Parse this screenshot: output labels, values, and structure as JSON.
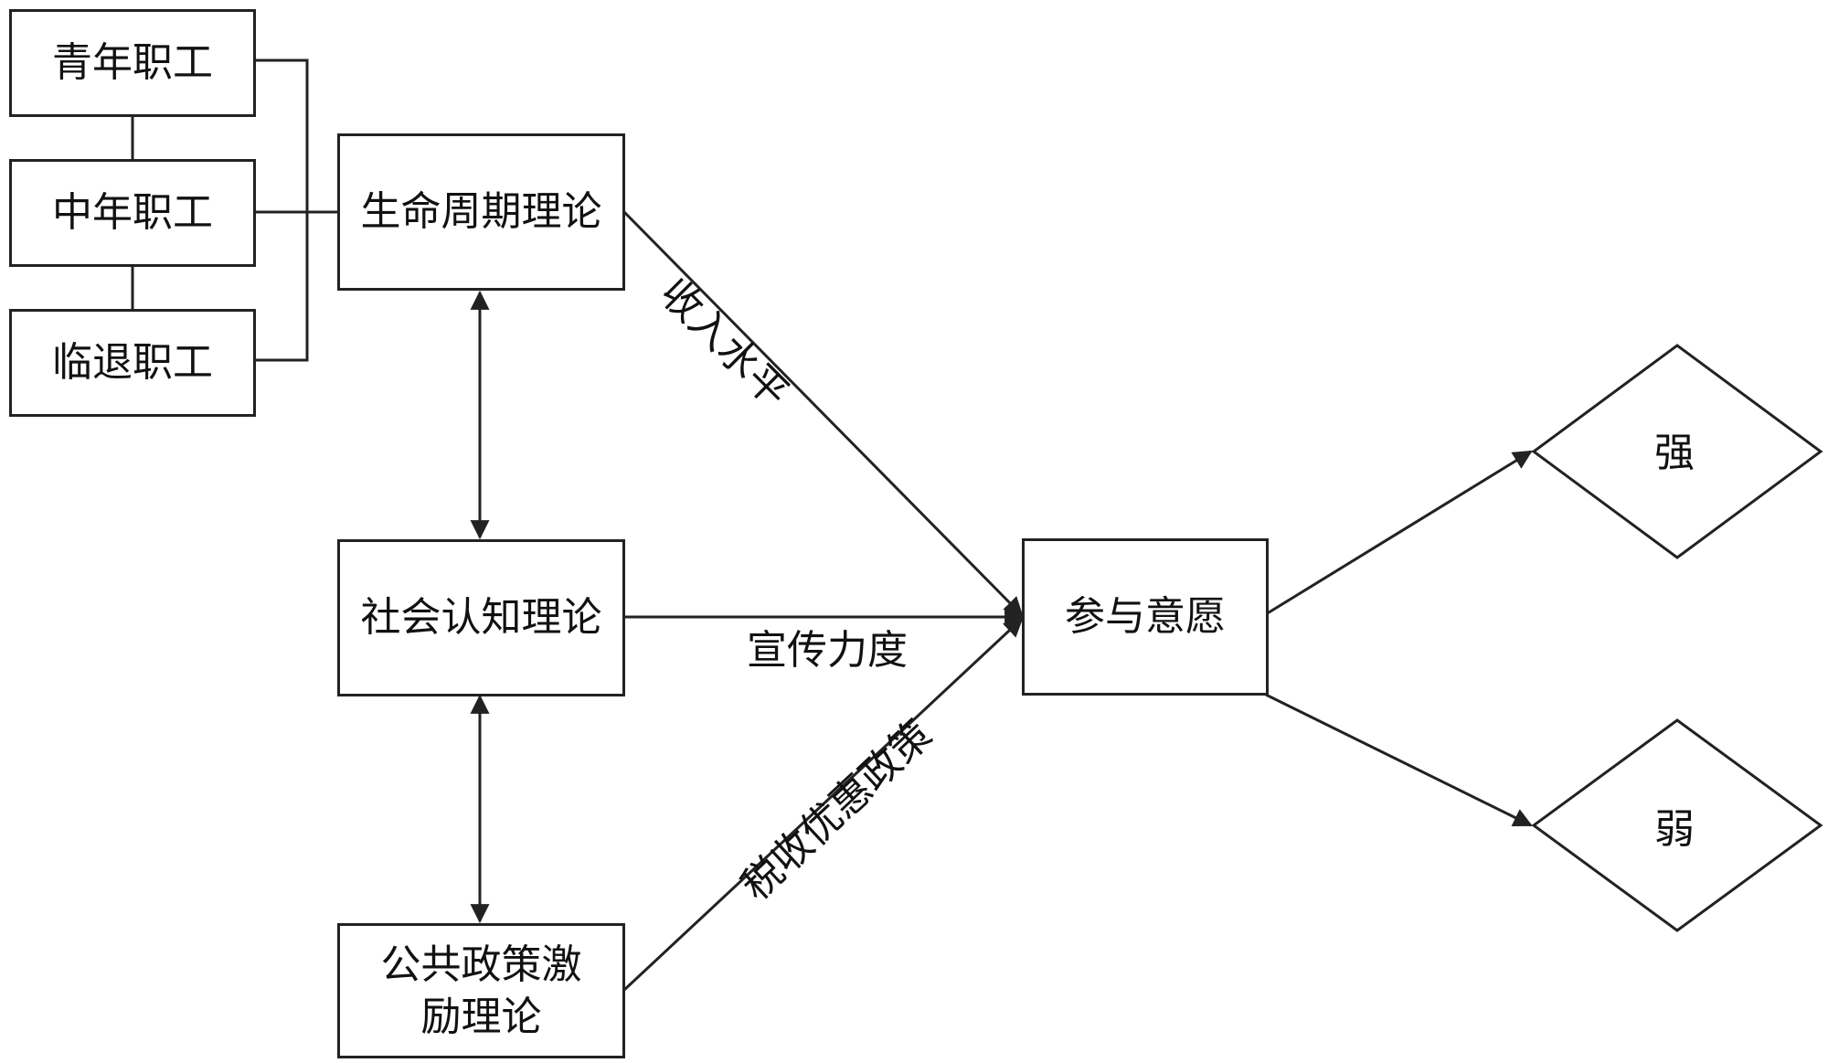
{
  "nodes": {
    "youth": "青年职工",
    "middle": "中年职工",
    "retire": "临退职工",
    "lifecycle": "生命周期理论",
    "social": "社会认知理论",
    "policy": "公共政策激励理论",
    "willingness": "参与意愿",
    "strong": "强",
    "weak": "弱"
  },
  "edges": {
    "income": "收入水平",
    "publicity": "宣传力度",
    "tax": "税收优惠政策"
  }
}
